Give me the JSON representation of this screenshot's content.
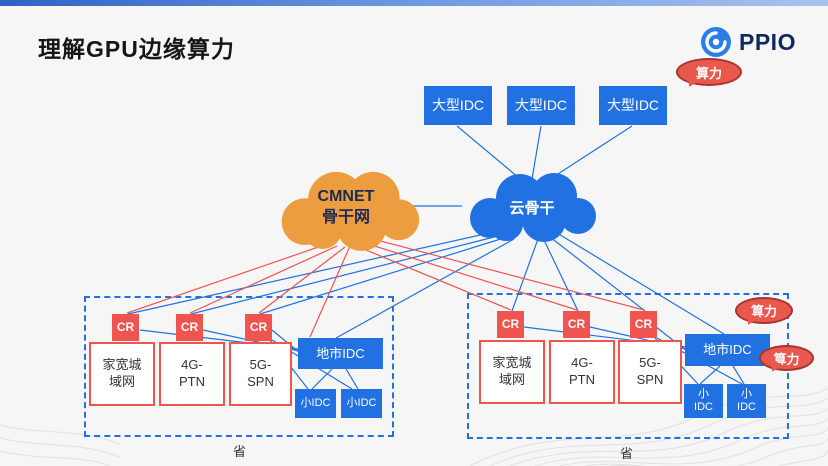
{
  "slide": {
    "title": "理解GPU边缘算力",
    "brand": "PPIO"
  },
  "clouds": {
    "cmnet": "CMNET\n骨干网",
    "cloud_backbone": "云骨干"
  },
  "top_idc": {
    "labels": [
      "大型IDC",
      "大型IDC",
      "大型IDC"
    ]
  },
  "callouts": {
    "top": "算力",
    "city": "算力",
    "small": "算力"
  },
  "left_province": {
    "cr_labels": [
      "CR",
      "CR",
      "CR"
    ],
    "access_nodes": [
      "家宽城\n域网",
      "4G-\nPTN",
      "5G-\nSPN"
    ],
    "city_idc": "地市IDC",
    "small_idcs": [
      "小IDC",
      "小IDC"
    ],
    "region_label": "省"
  },
  "right_province": {
    "cr_labels": [
      "CR",
      "CR",
      "CR"
    ],
    "access_nodes": [
      "家宽城\n域网",
      "4G-\nPTN",
      "5G-\nSPN"
    ],
    "city_idc": "地市IDC",
    "small_idcs": [
      "小\nIDC",
      "小\nIDC"
    ],
    "region_label": "省"
  },
  "colors": {
    "blue": "#2271E3",
    "orange": "#EC9D3F",
    "red": "#F0544F",
    "navy": "#0d2a5e"
  }
}
